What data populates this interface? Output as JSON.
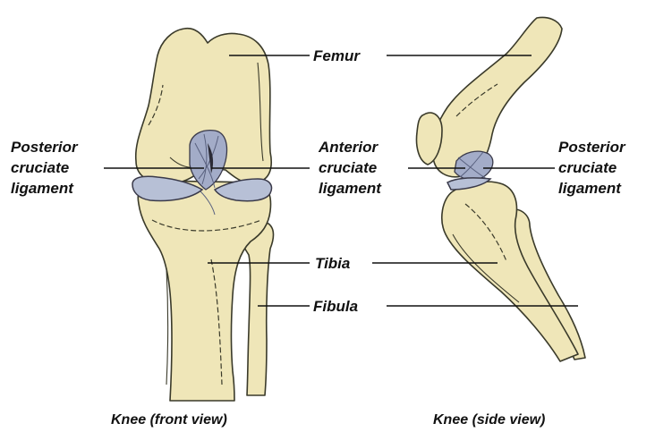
{
  "labels": {
    "femur": "Femur",
    "anterior_cruciate": [
      "Anterior",
      "cruciate",
      "ligament"
    ],
    "posterior_cruciate_left": [
      "Posterior",
      "cruciate",
      "ligament"
    ],
    "posterior_cruciate_right": [
      "Posterior",
      "cruciate",
      "ligament"
    ],
    "tibia": "Tibia",
    "fibula": "Fibula"
  },
  "captions": {
    "front": "Knee (front view)",
    "side": "Knee (side view)"
  },
  "colors": {
    "bone": "#efe6b8",
    "ligament": "#a3acc8",
    "meniscus": "#b7c0d6",
    "outline": "#3a3a2a"
  }
}
